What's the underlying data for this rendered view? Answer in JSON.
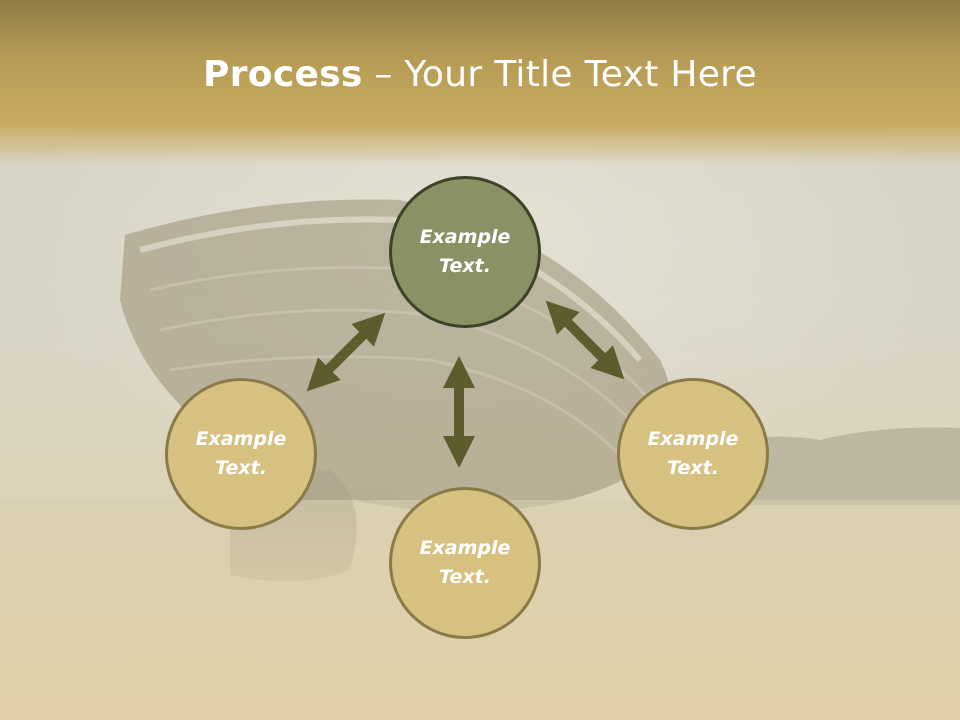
{
  "title": {
    "bold": "Process",
    "rest": " – Your Title Text Here"
  },
  "nodes": {
    "top": {
      "line1": "Example",
      "line2": "Text."
    },
    "left": {
      "line1": "Example",
      "line2": "Text."
    },
    "right": {
      "line1": "Example",
      "line2": "Text."
    },
    "bottom": {
      "line1": "Example",
      "line2": "Text."
    }
  },
  "colors": {
    "title_band": "#c9ab5e",
    "node_fill": "#d6c181",
    "node_active_fill": "#8a9265",
    "arrow": "#5e5c2c",
    "node_border": "#8a7a48"
  },
  "arrows": [
    "top-left double arrow",
    "top-right double arrow",
    "center vertical double arrow"
  ]
}
